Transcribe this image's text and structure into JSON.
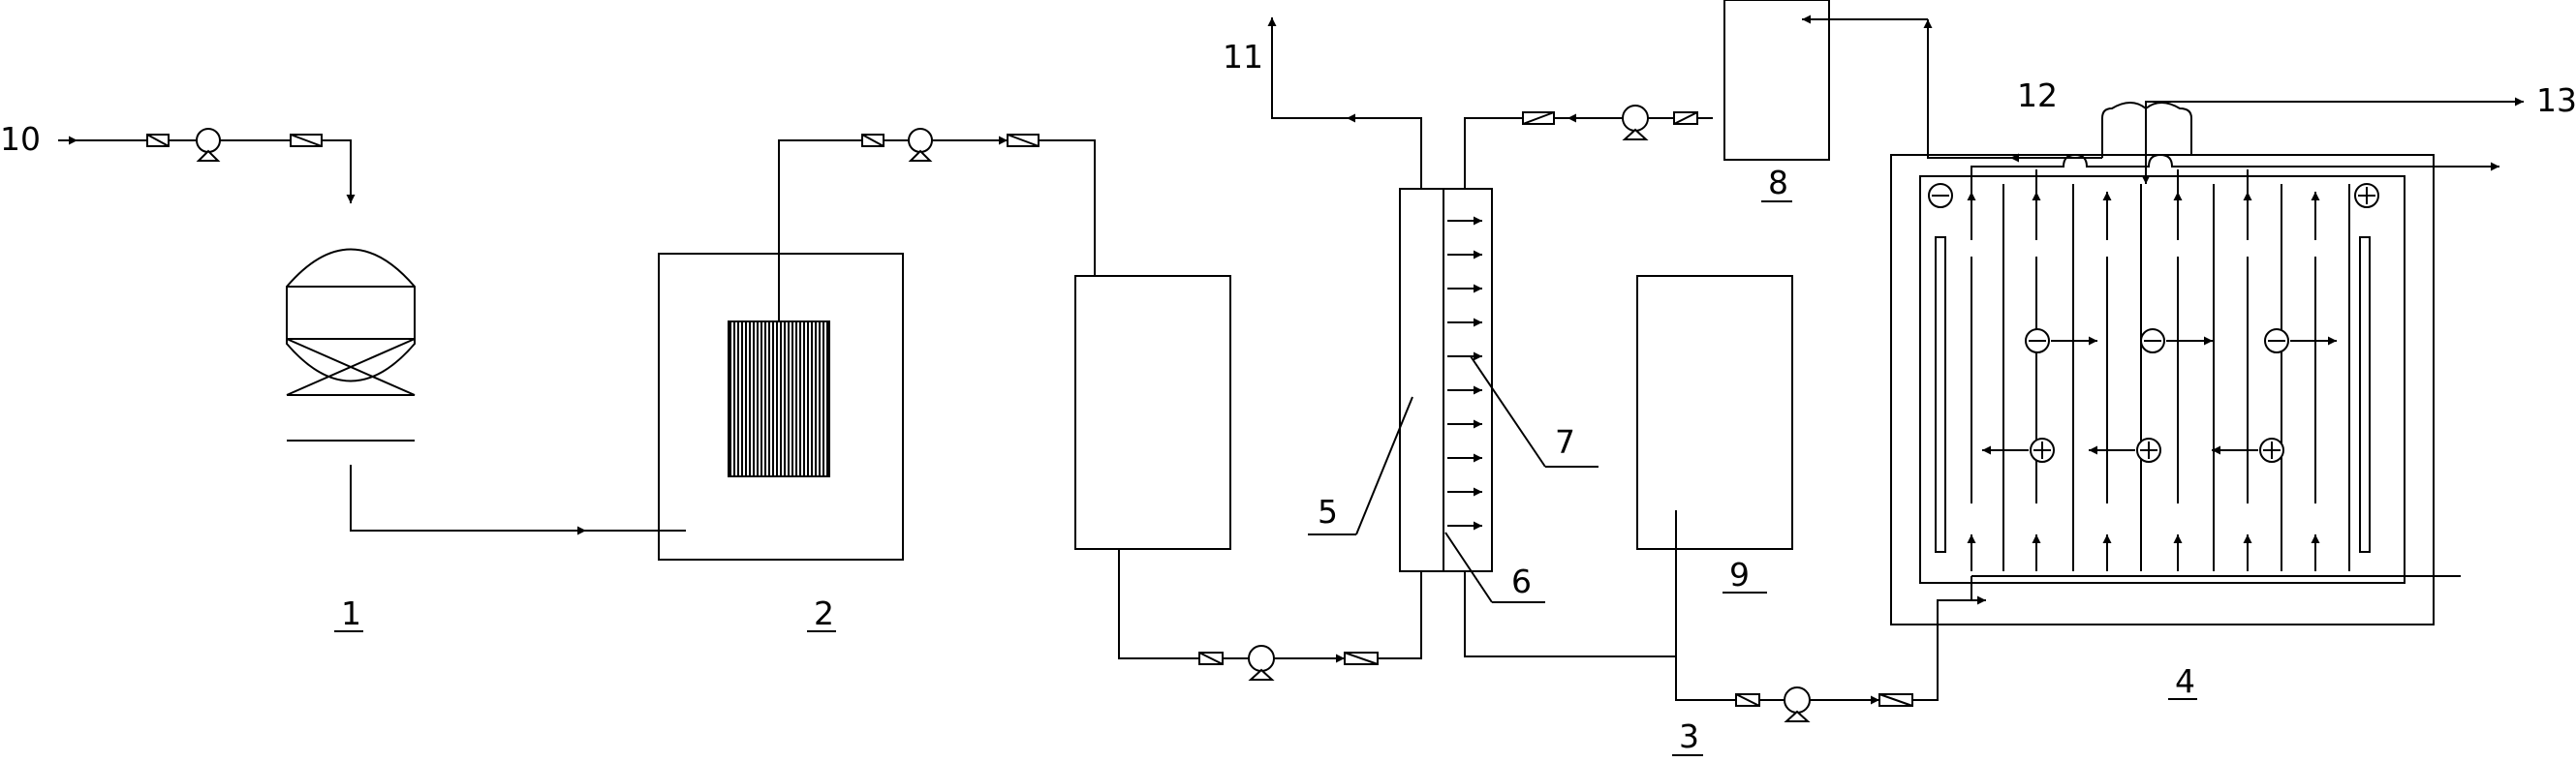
{
  "labels": {
    "l1": "1",
    "l2": "2",
    "l3": "3",
    "l4": "4",
    "l5": "5",
    "l6": "6",
    "l7": "7",
    "l8": "8",
    "l9": "9",
    "l10": "10",
    "l11": "11",
    "l12": "12",
    "l13": "13"
  },
  "colors": {
    "line": "#000000",
    "background": "#ffffff"
  },
  "icons": [
    "pump-icon",
    "valve-icon",
    "flow-arrow-icon",
    "anode-symbol-icon",
    "cathode-symbol-icon"
  ]
}
